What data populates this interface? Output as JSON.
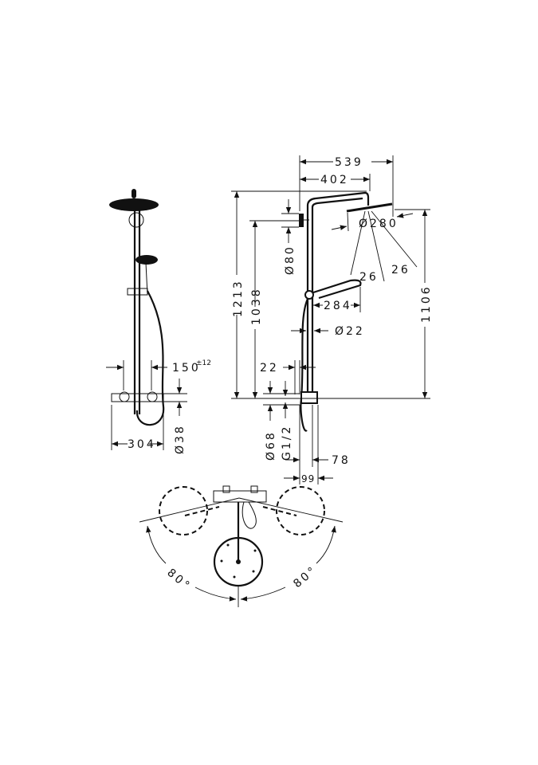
{
  "drawing": {
    "front_view": {
      "dim_spacing": "150",
      "dim_spacing_tolerance": "±12",
      "dim_width": "304",
      "dim_diameter_thermostat": "Ø38"
    },
    "side_view": {
      "dim_reach_total": "539",
      "dim_arm_reach": "402",
      "dim_height_total": "1213",
      "dim_height_mount": "1038",
      "dim_height_head": "1106",
      "dim_wall_mount": "Ø80",
      "dim_head_diameter": "Ø280",
      "dim_angle_left": "26",
      "dim_angle_right": "26",
      "dim_handshower": "284",
      "dim_pipe": "Ø22",
      "dim_offset": "22",
      "dim_connection": "Ø68",
      "dim_thread": "G1/2",
      "dim_depth_78": "78",
      "dim_depth_99": "99"
    },
    "top_view": {
      "angle_left": "80°",
      "angle_right": "80°"
    }
  }
}
